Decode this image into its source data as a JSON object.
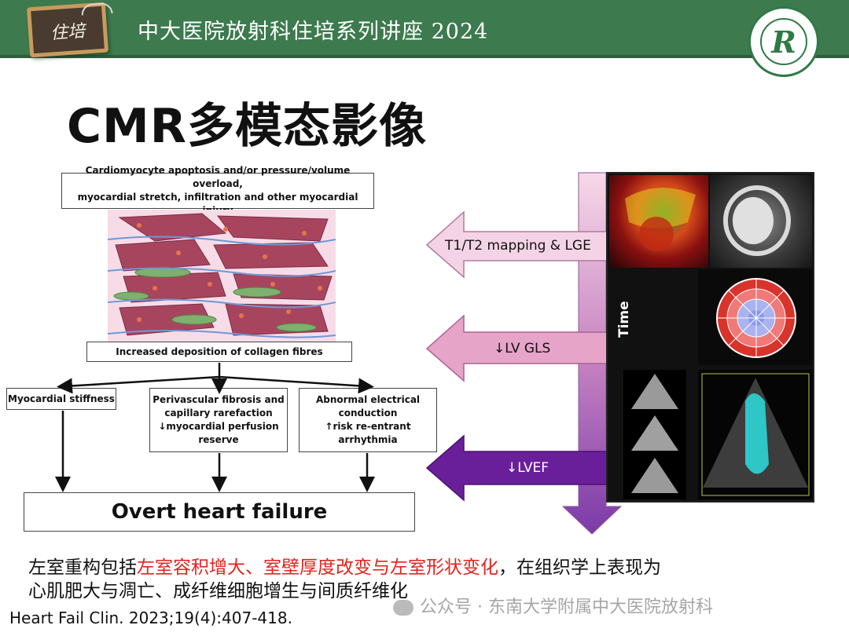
{
  "header": {
    "chalkboard_text": "住培",
    "title": "中大医院放射科住培系列讲座 2024",
    "logo_letter": "R"
  },
  "slide": {
    "title": "CMR多模态影像"
  },
  "flowchart": {
    "top_box": [
      "Cardiomyocyte apoptosis and/or pressure/volume overload,",
      "myocardial stretch, infiltration and other myocardial injury"
    ],
    "collagen_box": "Increased deposition of collagen fibres",
    "stiffness_box": "Myocardial stiffness",
    "perivascular_box": [
      "Perivascular fibrosis and",
      "capillary rarefaction",
      "↓myocardial perfusion",
      "reserve"
    ],
    "electrical_box": [
      "Abnormal electrical",
      "conduction",
      "↑risk re-entrant",
      "arrhythmia"
    ],
    "outcome_box": "Overt heart failure"
  },
  "arrows": {
    "mapping": "T1/T2 mapping & LGE",
    "gls": "↓LV GLS",
    "lvef": "↓LVEF"
  },
  "panel": {
    "time_label": "Time"
  },
  "body": {
    "line1_prefix": "左室重构包括",
    "line1_red": "左室容积增大、室壁厚度改变与左室形状变化",
    "line1_suffix": "，在组织学上表现为",
    "line2": "心肌肥大与凋亡、成纤维细胞增生与间质纤维化"
  },
  "citation": "Heart Fail Clin. 2023;19(4):407-418.",
  "watermark": "公众号 · 东南大学附属中大医院放射科",
  "colors": {
    "header_green": "#3d7a4e",
    "highlight_red": "#e3231e",
    "arrow_pink": "#e9a7c8",
    "arrow_purple": "#6a1b9a"
  }
}
